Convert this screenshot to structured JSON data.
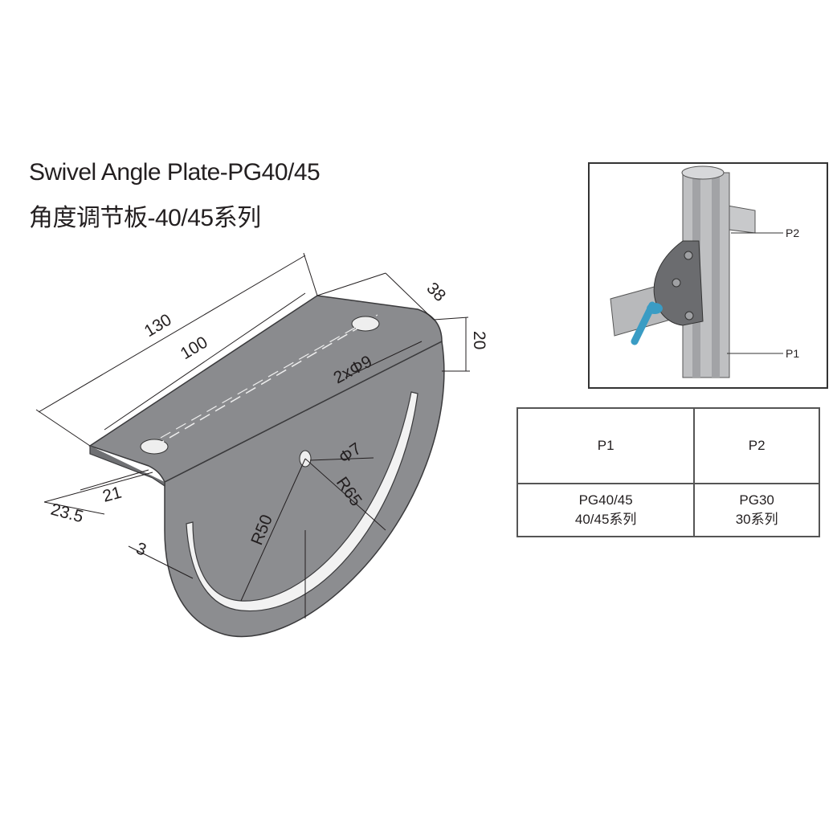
{
  "title": {
    "en": "Swivel Angle Plate-PG40/45",
    "zh": "角度调节板-40/45系列"
  },
  "dimensions": {
    "d130": "130",
    "d100": "100",
    "d38": "38",
    "d20": "20",
    "holes": "2xΦ9",
    "phi7": "Φ7",
    "r65": "R65",
    "r50": "R50",
    "d21": "21",
    "d23_5": "23.5",
    "d3": "3"
  },
  "inset": {
    "p1_label": "P1",
    "p2_label": "P2",
    "accent_color": "#3a9cc4"
  },
  "table": {
    "headers": [
      "P1",
      "P2"
    ],
    "rows": [
      [
        {
          "line1": "PG40/45",
          "line2": "40/45系列"
        },
        {
          "line1": "PG30",
          "line2": "30系列"
        }
      ]
    ]
  }
}
